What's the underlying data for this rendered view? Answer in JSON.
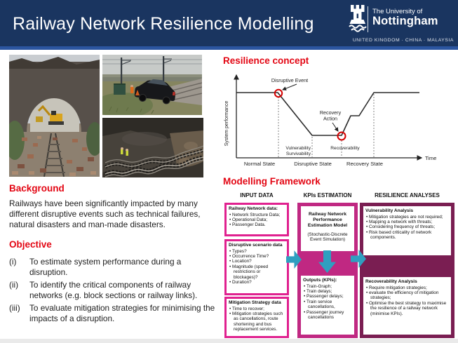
{
  "header": {
    "title": "Railway Network Resilience Modelling",
    "logo": {
      "university_line1": "The University of",
      "university_line2": "Nottingham",
      "tagline": "UNITED KINGDOM · CHINA · MALAYSIA",
      "crest_icon": "nottingham-castle-icon"
    }
  },
  "photos": {
    "photo1": "bridge-collapse-cleanup-photo",
    "photo2": "car-crash-on-tracks-photo",
    "photo3": "buckled-tracks-landslide-photo"
  },
  "background": {
    "heading": "Background",
    "text": "Railways have been significantly impacted by many different disruptive events such as technical failures, natural disasters and man-made disasters."
  },
  "objective": {
    "heading": "Objective",
    "items": [
      {
        "num": "(i)",
        "text": "To estimate system performance during a disruption."
      },
      {
        "num": "(ii)",
        "text": "To identify the critical components of railway networks (e.g. block sections or railway links)."
      },
      {
        "num": "(iii)",
        "text": "To evaluate mitigation strategies for minimising the impacts of a disruption."
      }
    ]
  },
  "resilience_concept": {
    "heading": "Resilience concept",
    "y_axis_label": "System performance",
    "x_axis_label": "Time",
    "annotations": {
      "disruptive_event": "Disruptive Event",
      "recovery_action_line1": "Recovery",
      "recovery_action_line2": "Action",
      "vulnerability_line1": "Vulnerability",
      "vulnerability_line2": "Survivability",
      "recoverability": "Recoverability"
    },
    "states": [
      "Normal State",
      "Disruptive State",
      "Recovery State"
    ],
    "curve_points": [
      [
        19,
        36
      ],
      [
        78,
        36
      ],
      [
        127,
        97
      ],
      [
        169,
        97
      ],
      [
        182,
        69
      ],
      [
        194,
        69
      ],
      [
        215,
        36
      ],
      [
        280,
        36
      ]
    ]
  },
  "framework": {
    "heading": "Modelling Framework",
    "columns": [
      {
        "header": "INPUT DATA",
        "boxes": [
          {
            "title": "Railway Network data:",
            "items": [
              "Network Structure Data;",
              "Operational Data;",
              "Passenger Data."
            ]
          },
          {
            "title": "Disruptive scenario data",
            "items": [
              "Types?",
              "Occurrence Time?",
              "Location?",
              "Magnitude (speed restrictions or blockages)?",
              "Duration?"
            ]
          },
          {
            "title": "Mitigation Strategy data",
            "items": [
              "Time to recover;",
              "Mitigation strategies such as cancellations, route shortening and bus replacement services."
            ]
          }
        ]
      },
      {
        "header": "KPIs ESTIMATION",
        "boxes": [
          {
            "title": "Railway Network Performance Estimation Model",
            "subtitle": "(Stochastic-Discrete Event Simulation)"
          },
          {
            "title": "Outputs (KPIs):",
            "items": [
              "Train-Graph;",
              "Train delays;",
              "Passenger delays;",
              "Train service cancellations,",
              "Passenger journey cancellations"
            ]
          }
        ]
      },
      {
        "header": "RESILIENCE ANALYSES",
        "boxes": [
          {
            "title": "Vulnerability Analysis",
            "items": [
              "Mitigation strategies are not required;",
              "Mapping a network with threats;",
              "Considering frequency of threats;",
              "Risk based criticality of network components."
            ]
          },
          {
            "title": "Recoverability Analysis",
            "items": [
              "Require mitigation strategies;",
              "evaluate the efficiency of mitigation strategies;",
              "Optimise the best strategy to maximise the resilience of a railway network (minimise KPIs)."
            ]
          }
        ]
      }
    ]
  },
  "colors": {
    "header_navy": "#1a3560",
    "header_accent_blue": "#2b55a0",
    "heading_red": "#e30613",
    "input_box_pink": "#e0218f",
    "kpi_column_magenta": "#c02882",
    "resilience_column_maroon": "#7a1e52",
    "arrow_teal": "#2f9fc0"
  }
}
